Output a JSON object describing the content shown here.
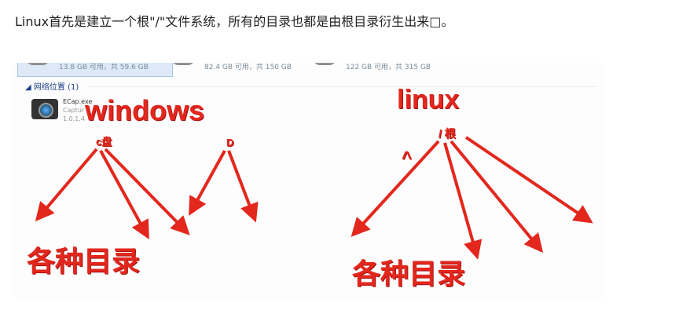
{
  "paragraph": "Linux首先是建立一个根\"/\"文件系统，所有的目录也都是由根目录衍生出来□。",
  "screenshot": {
    "drives": [
      "13.8 GB 可用，共 59.6 GB",
      "82.4 GB 可用，共 150 GB",
      "122 GB 可用，共 315 GB"
    ],
    "network_group": "网络位置 (1)",
    "app": {
      "name": "ECap.exe",
      "desc": "Captur",
      "version": "1.0.1.4"
    },
    "annotations": {
      "windows": "windows",
      "c_drive": "c盘",
      "d_drive": "D",
      "linux": "linux",
      "root": "/ 根",
      "caret": "^",
      "dirs_left": "各种目录",
      "dirs_right": "各种目录"
    },
    "arrow_color": "#e3271d"
  }
}
